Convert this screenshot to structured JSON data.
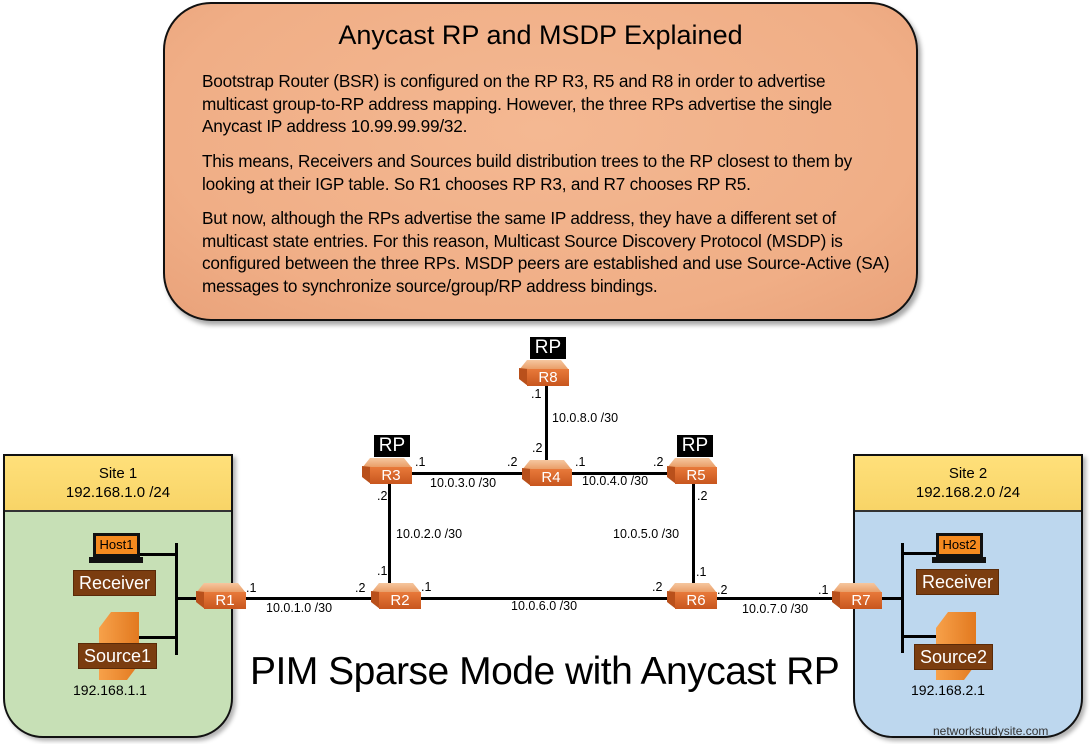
{
  "callout": {
    "title": "Anycast RP and MSDP Explained",
    "paragraphs": [
      "Bootstrap Router (BSR) is configured on the RP R3, R5 and R8 in order to advertise multicast group-to-RP address mapping. However, the three RPs advertise the single Anycast IP address 10.99.99.99/32.",
      "This means, Receivers and Sources build distribution trees to the RP closest to them by looking at their IGP table. So R1 chooses RP R3, and R7 chooses RP R5.",
      "But now, although the RPs advertise the same IP address, they have a different set of multicast state entries. For this reason, Multicast Source Discovery Protocol (MSDP) is configured between the three RPs. MSDP peers are established and use Source-Active (SA) messages to synchronize source/group/RP address bindings."
    ]
  },
  "diagram_title": "PIM Sparse Mode with Anycast RP",
  "watermark": "networkstudysite.com",
  "rp_badge": "RP",
  "routers": {
    "r1": "R1",
    "r2": "R2",
    "r3": "R3",
    "r4": "R4",
    "r5": "R5",
    "r6": "R6",
    "r7": "R7",
    "r8": "R8"
  },
  "links": {
    "r1_r2": "10.0.1.0 /30",
    "r2_r3": "10.0.2.0 /30",
    "r3_r4": "10.0.3.0 /30",
    "r4_r5": "10.0.4.0 /30",
    "r5_r6": "10.0.5.0 /30",
    "r2_r6": "10.0.6.0 /30",
    "r6_r7": "10.0.7.0 /30",
    "r4_r8": "10.0.8.0 /30"
  },
  "interfaces": {
    "r8_down": ".1",
    "r4_up": ".2",
    "r3_right": ".1",
    "r4_left": ".2",
    "r4_right": ".1",
    "r5_left": ".2",
    "r3_down": ".2",
    "r5_down": ".2",
    "r2_up": ".1",
    "r6_up": ".1",
    "r1_right": ".1",
    "r2_left": ".2",
    "r2_right": ".1",
    "r6_left": ".2",
    "r6_right": ".2",
    "r7_left": ".1"
  },
  "sites": [
    {
      "name": "Site 1",
      "subnet": "192.168.1.0 /24",
      "host": "Host1",
      "receiver_label": "Receiver",
      "source_label": "Source1",
      "source_ip": "192.168.1.1",
      "color": "#c7e0b6"
    },
    {
      "name": "Site 2",
      "subnet": "192.168.2.0 /24",
      "host": "Host2",
      "receiver_label": "Receiver",
      "source_label": "Source2",
      "source_ip": "192.168.2.1",
      "color": "#bdd7ee"
    }
  ]
}
